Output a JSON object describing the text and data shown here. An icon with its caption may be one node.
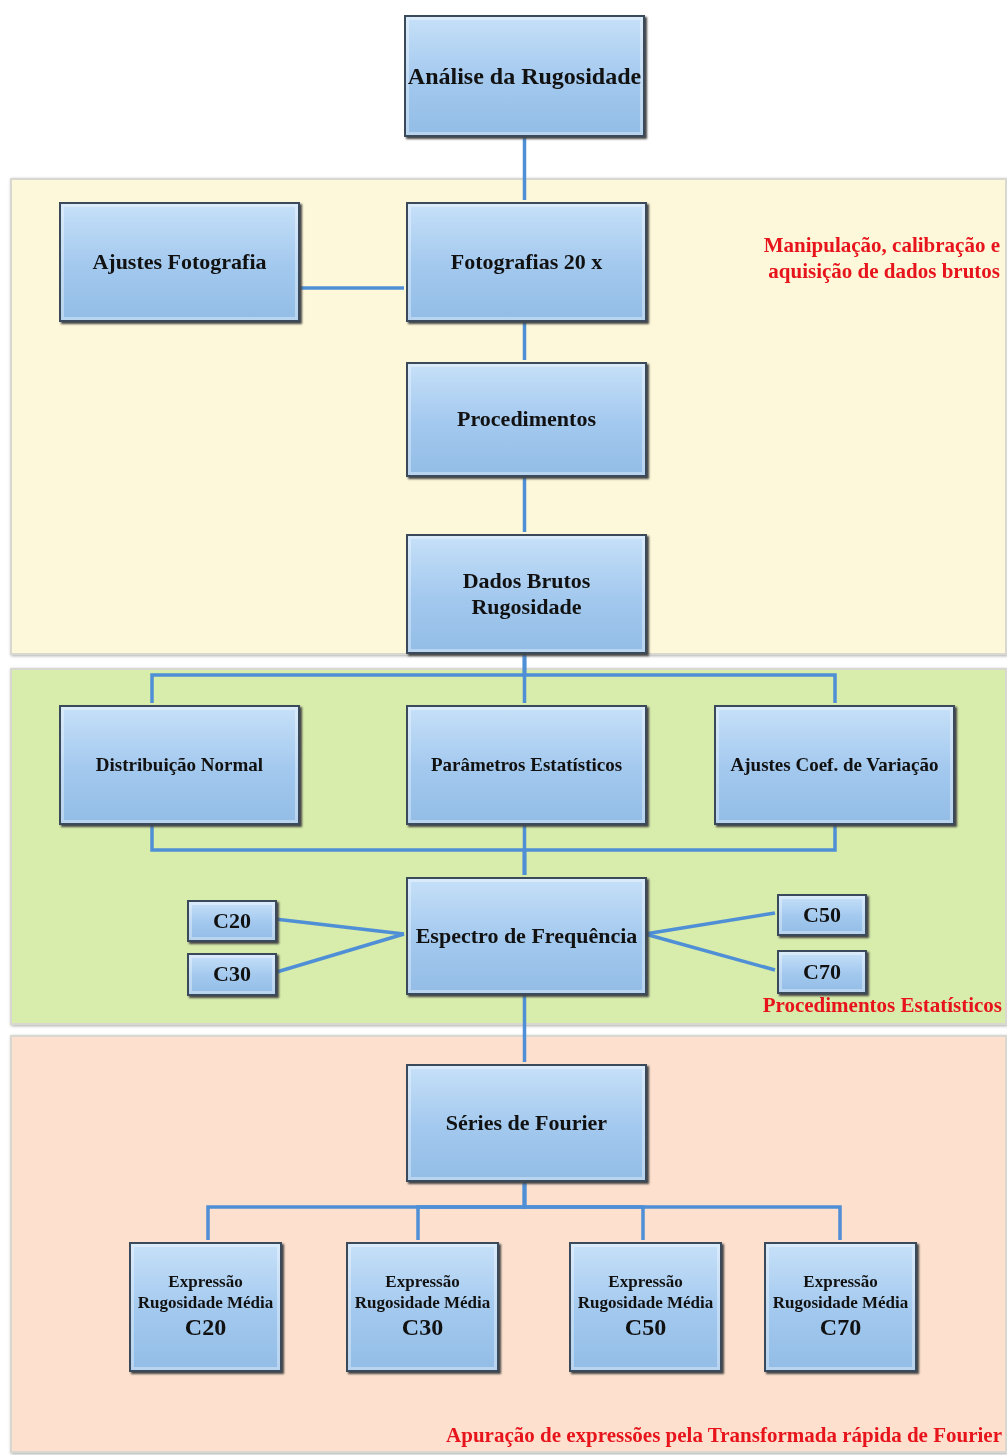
{
  "diagram": {
    "nodes": [
      {
        "text": [
          "Análise da Rugosidade"
        ]
      },
      {
        "text": [
          "Manipulação, calibração e aquisição de dados brutos"
        ]
      },
      {
        "text": [
          "Ajustes Fotografia"
        ],
        "in": 1
      },
      {
        "text": [
          "Fotografias 20 x"
        ],
        "in": 1
      },
      {
        "text": [
          "Procedimentos"
        ],
        "in": 1
      },
      {
        "text": [
          "Dados Brutos Rugosidade"
        ],
        "in": 1
      },
      {
        "text": [
          "Procedimentos Estatísticos"
        ]
      },
      {
        "text": [
          "Distribuição Normal"
        ],
        "in": 6
      },
      {
        "text": [
          "Parâmetros Estatísticos"
        ],
        "in": 6
      },
      {
        "text": [
          "Ajustes Coef. de Variação"
        ],
        "in": 6
      },
      {
        "text": [
          "C20"
        ],
        "in": 6
      },
      {
        "text": [
          "C30"
        ],
        "in": 6
      },
      {
        "text": [
          "Espectro de Frequência"
        ],
        "in": 6
      },
      {
        "text": [
          "C50"
        ],
        "in": 6
      },
      {
        "text": [
          "C70"
        ],
        "in": 6
      },
      {
        "text": [
          "Apuração de expressões pela Transformada rápida de Fourier"
        ]
      },
      {
        "text": [
          "Séries de Fourier"
        ],
        "in": 15
      },
      {
        "text": [
          "Expressão Rugosidade Média",
          "C20"
        ],
        "in": 15
      },
      {
        "text": [
          "Expressão Rugosidade Média",
          "C30"
        ],
        "in": 15
      },
      {
        "text": [
          "Expressão Rugosidade Média",
          "C50"
        ],
        "in": 15
      },
      {
        "text": [
          "Expressão Rugosidade Média",
          "C70"
        ],
        "in": 15
      }
    ],
    "edges": [
      {
        "from": 0,
        "to": 3,
        "arrow": "none"
      },
      {
        "from": 3,
        "to": 2,
        "arrow": "none"
      },
      {
        "from": 3,
        "to": 4,
        "arrow": "none"
      },
      {
        "from": 4,
        "to": 5,
        "arrow": "none"
      },
      {
        "from": 5,
        "to": 7,
        "arrow": "none"
      },
      {
        "from": 5,
        "to": 8,
        "arrow": "none"
      },
      {
        "from": 5,
        "to": 9,
        "arrow": "none"
      },
      {
        "from": 7,
        "to": 12,
        "arrow": "none"
      },
      {
        "from": 8,
        "to": 12,
        "arrow": "none"
      },
      {
        "from": 9,
        "to": 12,
        "arrow": "none"
      },
      {
        "from": 12,
        "to": 10,
        "arrow": "none"
      },
      {
        "from": 12,
        "to": 11,
        "arrow": "none"
      },
      {
        "from": 12,
        "to": 13,
        "arrow": "none"
      },
      {
        "from": 12,
        "to": 14,
        "arrow": "none"
      },
      {
        "from": 12,
        "to": 16,
        "arrow": "none"
      },
      {
        "from": 16,
        "to": 17,
        "arrow": "none"
      },
      {
        "from": 16,
        "to": 18,
        "arrow": "none"
      },
      {
        "from": 16,
        "to": 19,
        "arrow": "none"
      },
      {
        "from": 16,
        "to": 20,
        "arrow": "none"
      }
    ]
  }
}
